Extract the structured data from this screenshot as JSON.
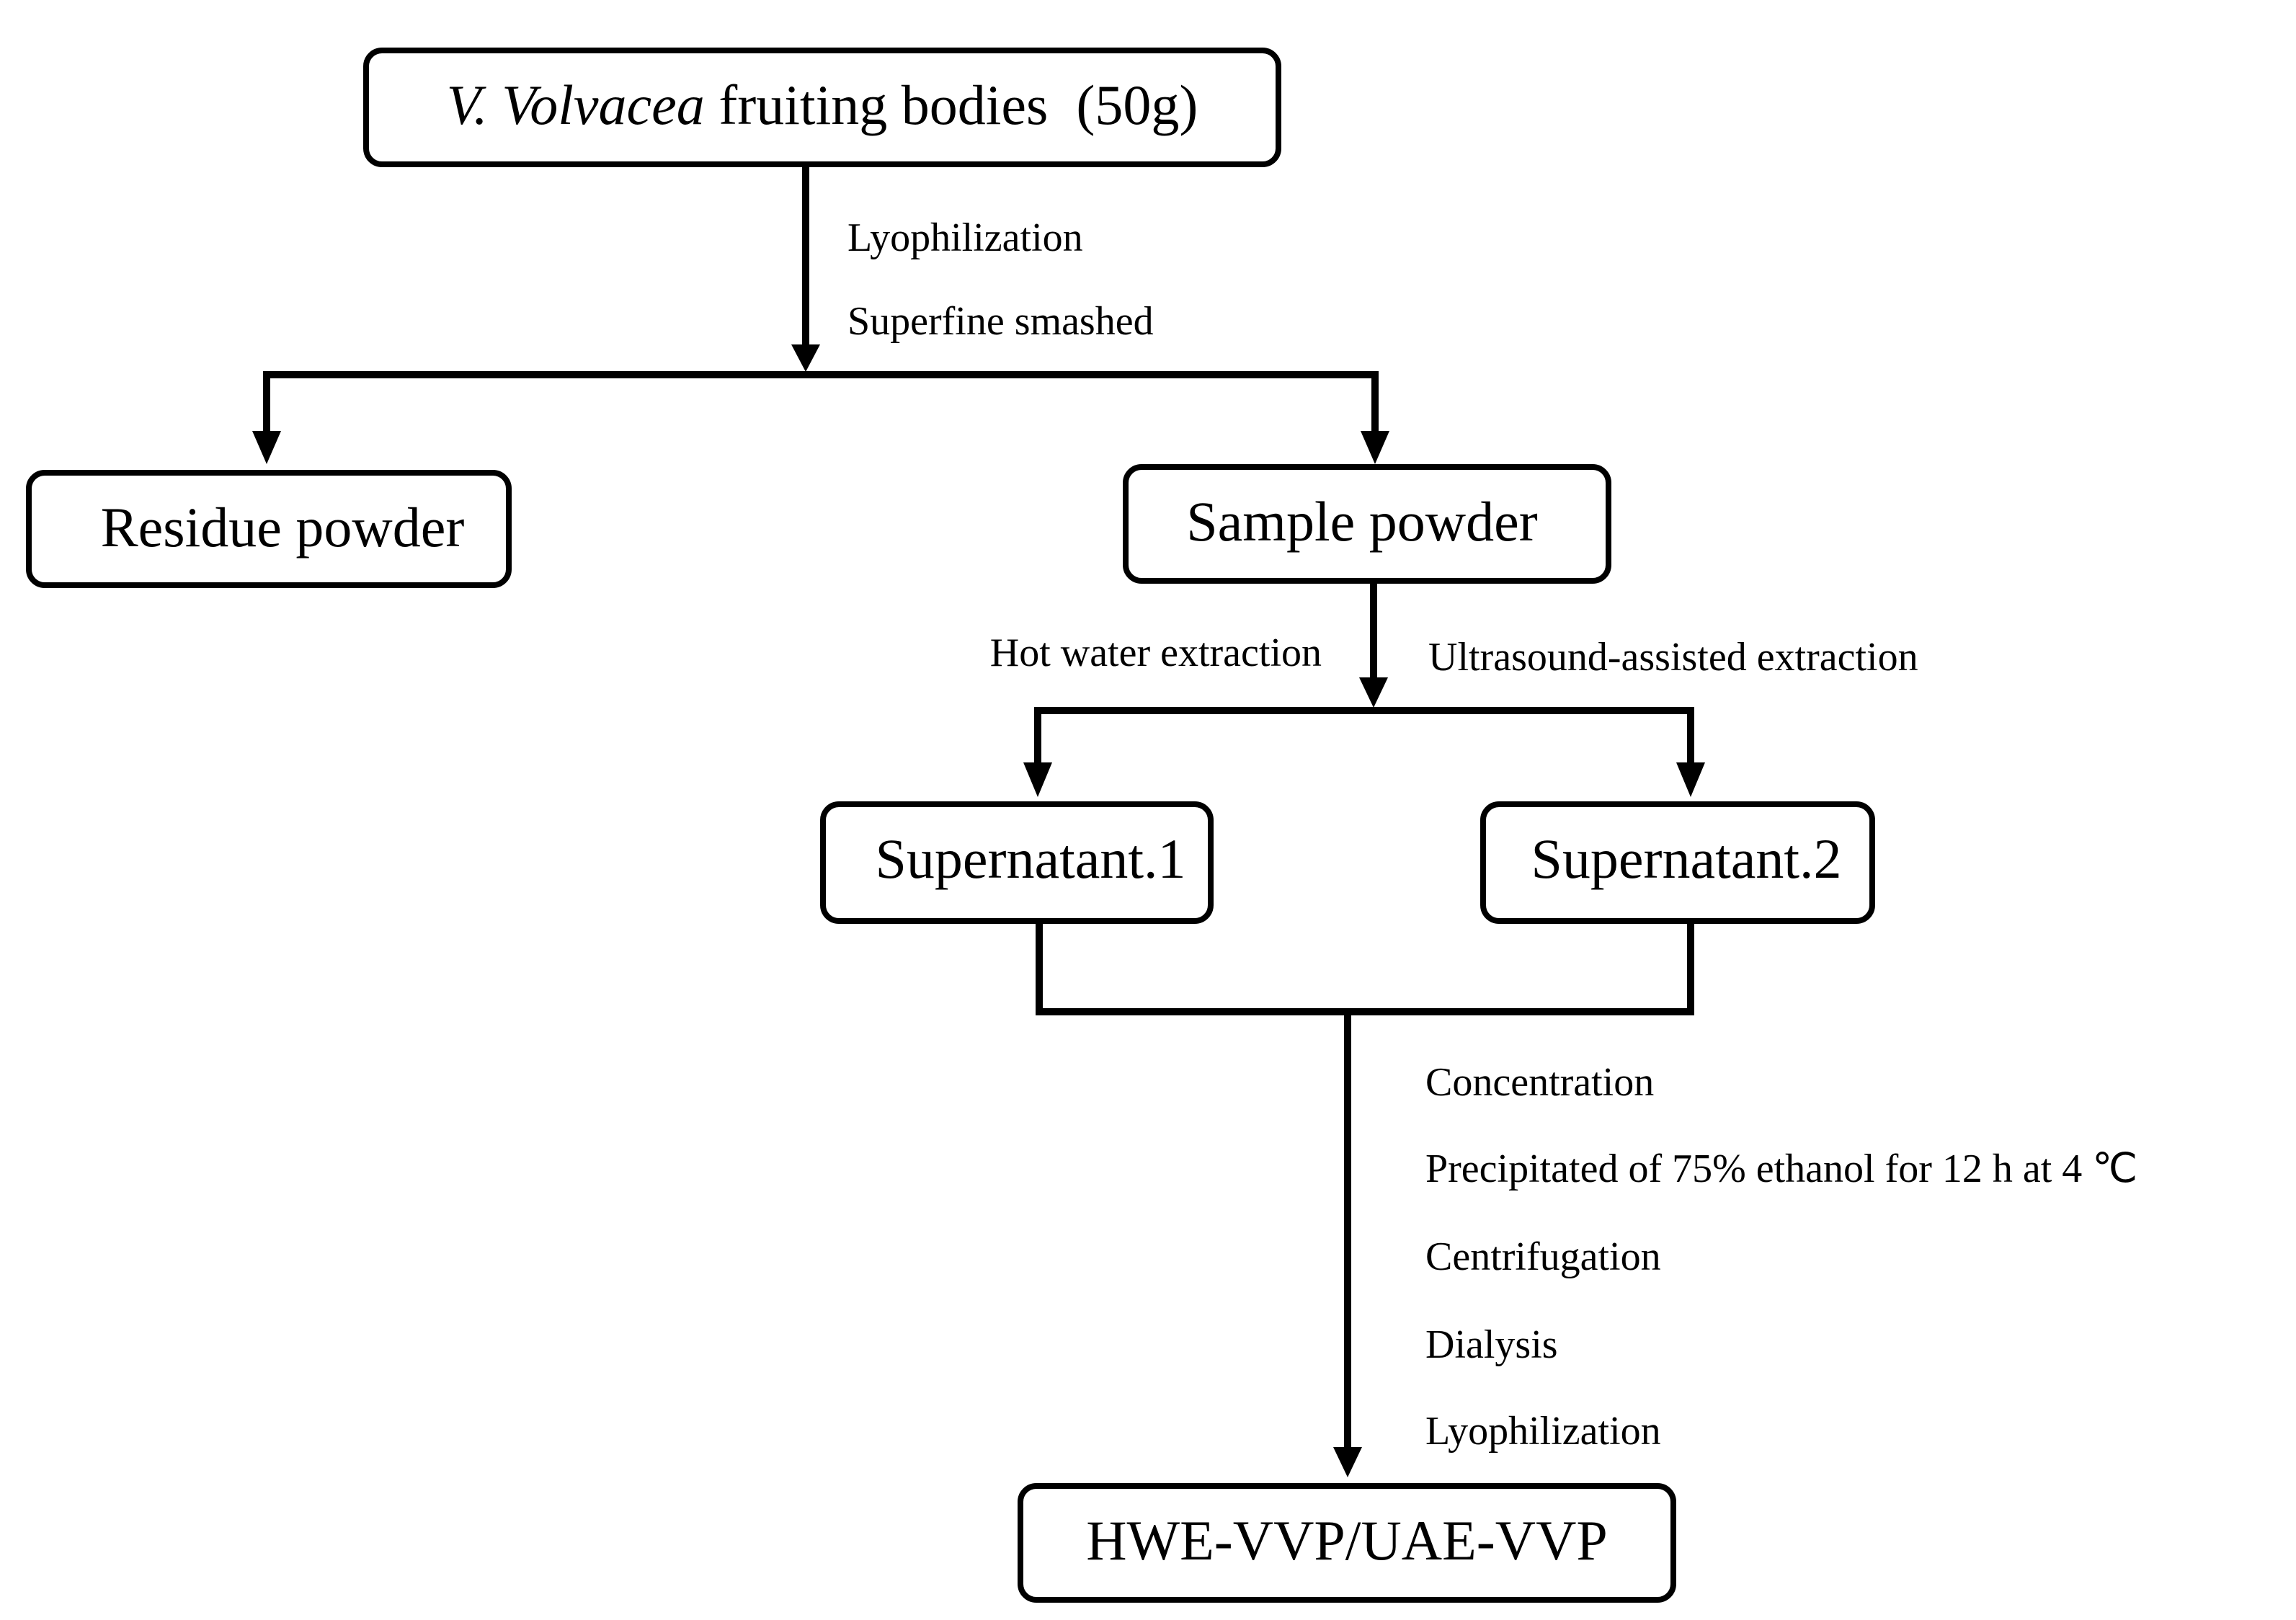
{
  "nodes": {
    "source": {
      "name_italic": "V. Volvacea",
      "name_rest": " fruiting bodies  (50g)"
    },
    "residue": {
      "label": "Residue powder"
    },
    "sample": {
      "label": "Sample powder"
    },
    "supernatant1": {
      "label": "Supernatant.1"
    },
    "supernatant2": {
      "label": "Supernatant.2"
    },
    "product": {
      "label": "HWE-VVP/UAE-VVP"
    }
  },
  "steps": {
    "pretreatment": [
      "Lyophilization",
      "Superfine smashed"
    ],
    "extraction_left": "Hot water extraction",
    "extraction_right": "Ultrasound-assisted extraction",
    "purification": [
      "Concentration",
      "Precipitated of 75% ethanol for 12 h at 4 ℃",
      "Centrifugation",
      "Dialysis",
      "Lyophilization"
    ]
  }
}
